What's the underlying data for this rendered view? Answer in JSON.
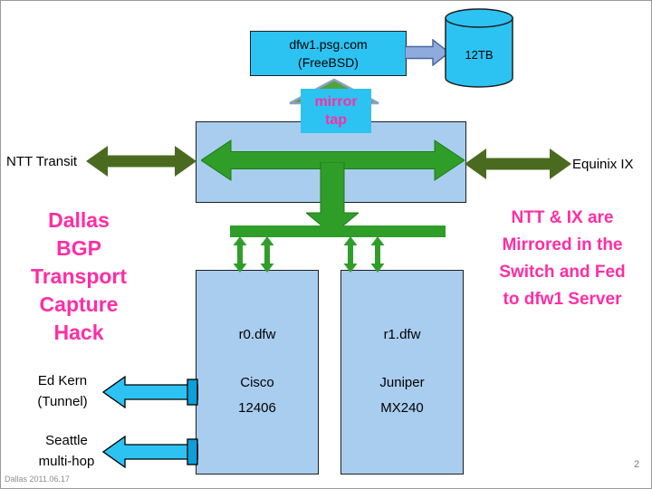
{
  "colors": {
    "cyan": "#2cc3f3",
    "cyan_dark": "#0c9fd8",
    "light_blue": "#a9cdef",
    "green": "#2f9e29",
    "dark_olive": "#4a6b1f",
    "steel_blue": "#8faadc",
    "magenta": "#ff2da4"
  },
  "server": {
    "line1": "dfw1.psg.com",
    "line2": "(FreeBSD)"
  },
  "storage": {
    "label": "12TB"
  },
  "mirror_tap": {
    "line1": "mirror",
    "line2": "tap"
  },
  "links": {
    "left": "NTT Transit",
    "right": "Equinix IX"
  },
  "title": {
    "line1": "Dallas",
    "line2": "BGP",
    "line3": "Transport",
    "line4": "Capture",
    "line5": "Hack"
  },
  "note": {
    "line1": "NTT & IX are",
    "line2": "Mirrored in the",
    "line3": "Switch and Fed",
    "line4": "to dfw1 Server"
  },
  "routers": {
    "r0": {
      "name": "r0.dfw",
      "vendor": "Cisco",
      "model": "12406"
    },
    "r1": {
      "name": "r1.dfw",
      "vendor": "Juniper",
      "model": "MX240"
    }
  },
  "tunnels": {
    "ed_kern": {
      "line1": "Ed Kern",
      "line2": "(Tunnel)"
    },
    "seattle": {
      "line1": "Seattle",
      "line2": "multi-hop"
    }
  },
  "footer": {
    "date": "Dallas 2011.06.17",
    "page": "2"
  }
}
